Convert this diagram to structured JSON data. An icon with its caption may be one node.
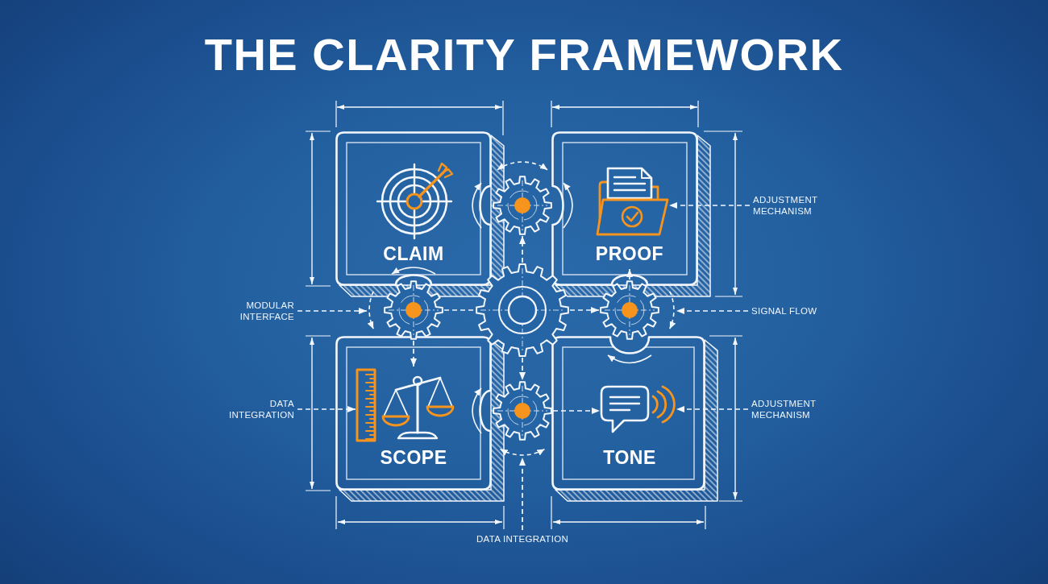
{
  "diagram": {
    "title": "THE CLARITY FRAMEWORK",
    "nodes": [
      {
        "text": [
          "CLAIM"
        ]
      },
      {
        "text": [],
        "shape": "gear"
      },
      {
        "text": [
          "PROOF"
        ]
      },
      {
        "text": [],
        "shape": "picture",
        "in": 2
      },
      {
        "text": [
          "ADJUSTMENT MECHANISM"
        ]
      },
      {
        "text": [
          "MODULAR INTERFACE"
        ]
      },
      {
        "text": [],
        "shape": "gear"
      },
      {
        "text": [],
        "shape": "gear"
      },
      {
        "text": [],
        "shape": "gear"
      },
      {
        "text": [
          "SIGNAL FLOW"
        ]
      },
      {
        "text": [
          "DATA INTEGRATION"
        ]
      },
      {
        "text": [
          "SCOPE"
        ]
      },
      {
        "text": [],
        "shape": "picture",
        "in": 11
      },
      {
        "text": [],
        "shape": "picture",
        "in": 11
      },
      {
        "text": [],
        "shape": "gear"
      },
      {
        "text": [
          "TONE"
        ]
      },
      {
        "text": [],
        "shape": "picture",
        "in": 15
      },
      {
        "text": [
          "ADJUSTMENT MECHANISM"
        ]
      },
      {
        "text": [
          "DATA INTEGRATION"
        ]
      }
    ],
    "edges": [
      {
        "from": 4,
        "to": 3,
        "arrow": "to",
        "style": "dashed"
      },
      {
        "from": 5,
        "to": 6,
        "arrow": "to",
        "style": "dashed"
      },
      {
        "from": 7,
        "to": 1,
        "arrow": "to",
        "style": "dashed"
      },
      {
        "from": 6,
        "to": 7,
        "arrow": "none",
        "style": "dashed"
      },
      {
        "from": 7,
        "to": 8,
        "arrow": "to",
        "style": "dashed"
      },
      {
        "from": 6,
        "to": 13,
        "arrow": "to",
        "style": "dashed"
      },
      {
        "from": 8,
        "to": 2,
        "arrow": "to",
        "style": "dashed"
      },
      {
        "from": 9,
        "to": 8,
        "arrow": "to",
        "style": "dashed"
      },
      {
        "from": 10,
        "to": 12,
        "arrow": "to",
        "style": "dashed"
      },
      {
        "from": 7,
        "to": 14,
        "arrow": "to",
        "style": "dashed"
      },
      {
        "from": 14,
        "to": 16,
        "arrow": "to",
        "style": "dashed"
      },
      {
        "from": 17,
        "to": 16,
        "arrow": "to",
        "style": "dashed"
      },
      {
        "from": 18,
        "to": 14,
        "arrow": "to",
        "style": "dashed"
      }
    ]
  }
}
